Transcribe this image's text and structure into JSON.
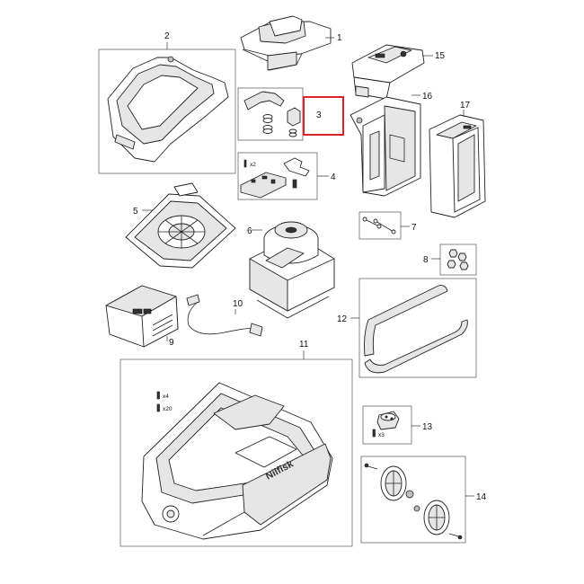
{
  "parts": [
    {
      "id": "part-1",
      "label": "1"
    },
    {
      "id": "part-2",
      "label": "2"
    },
    {
      "id": "part-3",
      "label": "3",
      "highlighted": true
    },
    {
      "id": "part-4",
      "label": "4"
    },
    {
      "id": "part-5",
      "label": "5"
    },
    {
      "id": "part-6",
      "label": "6"
    },
    {
      "id": "part-7",
      "label": "7"
    },
    {
      "id": "part-8",
      "label": "8"
    },
    {
      "id": "part-9",
      "label": "9"
    },
    {
      "id": "part-10",
      "label": "10"
    },
    {
      "id": "part-11",
      "label": "11"
    },
    {
      "id": "part-12",
      "label": "12"
    },
    {
      "id": "part-13",
      "label": "13"
    },
    {
      "id": "part-14",
      "label": "14"
    },
    {
      "id": "part-15",
      "label": "15"
    },
    {
      "id": "part-16",
      "label": "16"
    },
    {
      "id": "part-17",
      "label": "17"
    }
  ],
  "quantities": {
    "kit4_screws": "x2",
    "kit11_screws_a": "x4",
    "kit11_screws_b": "x20",
    "kit13_screws": "x3"
  },
  "brand_text": "Nilfisk",
  "colors": {
    "highlight": "#e0202a",
    "line": "#222222",
    "fill": "#ffffff"
  }
}
